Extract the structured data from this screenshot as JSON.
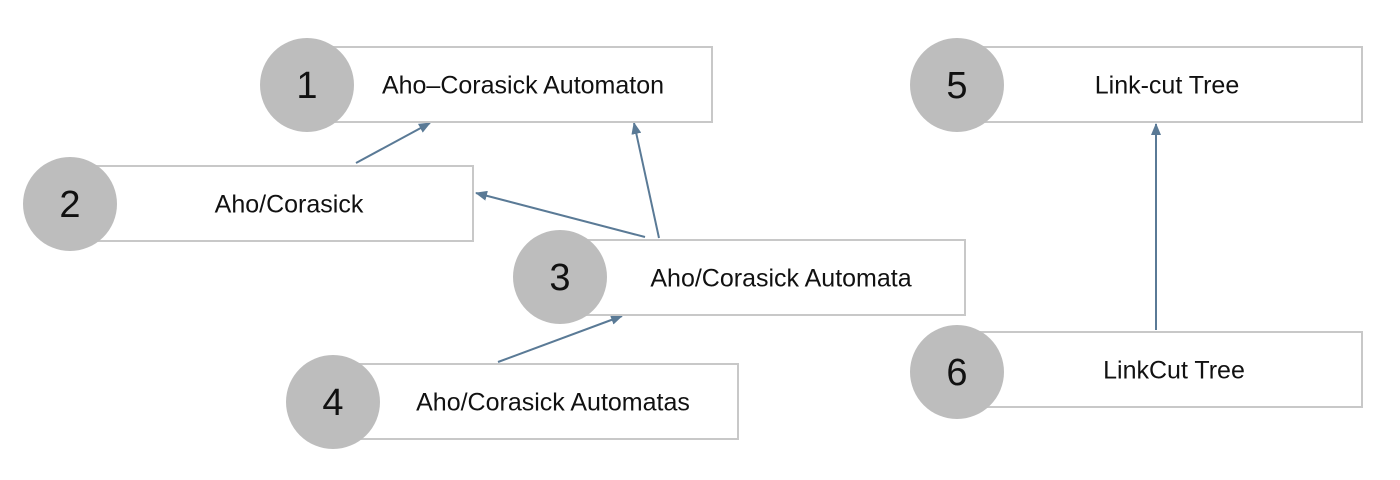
{
  "colors": {
    "edge": "#5a7a96",
    "badge": "#bdbdbd",
    "box_border": "#c8c8c8",
    "text": "#111111"
  },
  "nodes": [
    {
      "id": "1",
      "number": "1",
      "label": "Aho–Corasick Automaton"
    },
    {
      "id": "2",
      "number": "2",
      "label": "Aho/Corasick"
    },
    {
      "id": "3",
      "number": "3",
      "label": "Aho/Corasick Automata"
    },
    {
      "id": "4",
      "number": "4",
      "label": "Aho/Corasick Automatas"
    },
    {
      "id": "5",
      "number": "5",
      "label": "Link-cut Tree"
    },
    {
      "id": "6",
      "number": "6",
      "label": "LinkCut Tree"
    }
  ],
  "edges": [
    {
      "from": "2",
      "to": "1"
    },
    {
      "from": "3",
      "to": "1"
    },
    {
      "from": "3",
      "to": "2"
    },
    {
      "from": "4",
      "to": "3"
    },
    {
      "from": "6",
      "to": "5"
    }
  ]
}
